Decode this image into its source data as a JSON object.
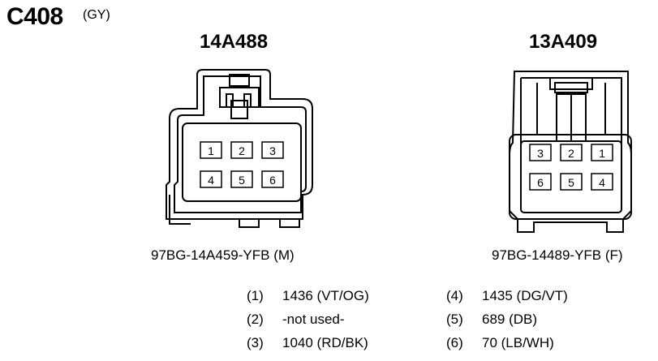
{
  "connector": {
    "id": "C408",
    "color": "(GY)"
  },
  "left": {
    "title": "14A488",
    "part_number": "97BG-14A459-YFB (M)",
    "pins_top": [
      "1",
      "2",
      "3"
    ],
    "pins_bottom": [
      "4",
      "5",
      "6"
    ]
  },
  "right": {
    "title": "13A409",
    "part_number": "97BG-14489-YFB (F)",
    "pins_top": [
      "3",
      "2",
      "1"
    ],
    "pins_bottom": [
      "6",
      "5",
      "4"
    ]
  },
  "pinout": {
    "col1": [
      {
        "num": "(1)",
        "desc": "1436 (VT/OG)"
      },
      {
        "num": "(2)",
        "desc": "-not used-"
      },
      {
        "num": "(3)",
        "desc": "1040 (RD/BK)"
      }
    ],
    "col2": [
      {
        "num": "(4)",
        "desc": "1435 (DG/VT)"
      },
      {
        "num": "(5)",
        "desc": "689 (DB)"
      },
      {
        "num": "(6)",
        "desc": "70 (LB/WH)"
      }
    ]
  }
}
